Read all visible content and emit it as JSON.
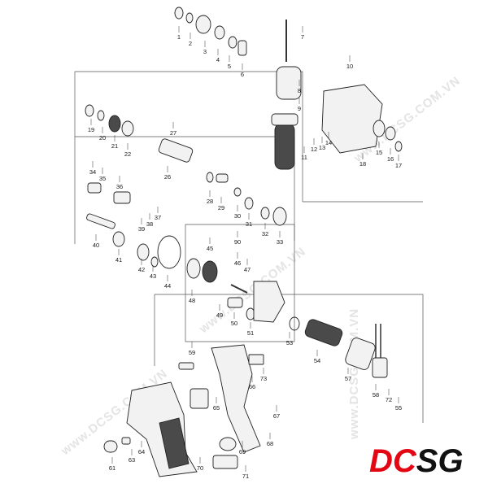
{
  "watermark": "www.DCSG.COM.VN",
  "logo": {
    "text": "DCSG",
    "colors": {
      "accent": "#e30613",
      "dark": "#111111"
    }
  },
  "parts": [
    {
      "n": "1"
    },
    {
      "n": "2"
    },
    {
      "n": "3"
    },
    {
      "n": "4"
    },
    {
      "n": "5"
    },
    {
      "n": "6"
    },
    {
      "n": "7"
    },
    {
      "n": "8"
    },
    {
      "n": "9"
    },
    {
      "n": "10"
    },
    {
      "n": "11"
    },
    {
      "n": "12"
    },
    {
      "n": "13"
    },
    {
      "n": "14"
    },
    {
      "n": "15"
    },
    {
      "n": "16"
    },
    {
      "n": "17"
    },
    {
      "n": "18"
    },
    {
      "n": "19"
    },
    {
      "n": "20"
    },
    {
      "n": "21"
    },
    {
      "n": "22"
    },
    {
      "n": "26"
    },
    {
      "n": "27"
    },
    {
      "n": "28"
    },
    {
      "n": "29"
    },
    {
      "n": "30"
    },
    {
      "n": "31"
    },
    {
      "n": "32"
    },
    {
      "n": "33"
    },
    {
      "n": "34"
    },
    {
      "n": "35"
    },
    {
      "n": "36"
    },
    {
      "n": "37"
    },
    {
      "n": "38"
    },
    {
      "n": "39"
    },
    {
      "n": "40"
    },
    {
      "n": "41"
    },
    {
      "n": "42"
    },
    {
      "n": "43"
    },
    {
      "n": "44"
    },
    {
      "n": "45"
    },
    {
      "n": "46"
    },
    {
      "n": "47"
    },
    {
      "n": "48"
    },
    {
      "n": "49"
    },
    {
      "n": "50"
    },
    {
      "n": "51"
    },
    {
      "n": "53"
    },
    {
      "n": "54"
    },
    {
      "n": "55"
    },
    {
      "n": "57"
    },
    {
      "n": "58"
    },
    {
      "n": "59"
    },
    {
      "n": "61"
    },
    {
      "n": "63"
    },
    {
      "n": "64"
    },
    {
      "n": "65"
    },
    {
      "n": "66"
    },
    {
      "n": "67"
    },
    {
      "n": "68"
    },
    {
      "n": "69"
    },
    {
      "n": "70"
    },
    {
      "n": "71"
    },
    {
      "n": "72"
    },
    {
      "n": "73"
    },
    {
      "n": "90"
    }
  ]
}
